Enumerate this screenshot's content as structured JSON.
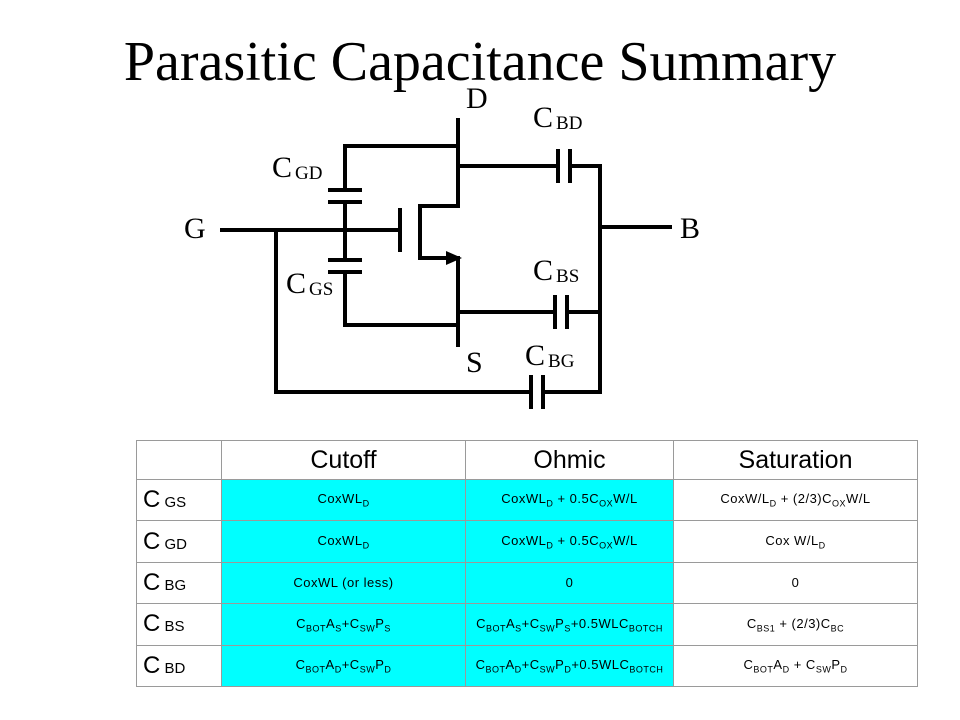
{
  "title": "Parasitic Capacitance Summary",
  "circuit": {
    "drain": "D",
    "gate": "G",
    "bulk": "B",
    "source": "S",
    "c_bd": {
      "main": "C",
      "sub": "BD"
    },
    "c_gd": {
      "main": "C",
      "sub": "GD"
    },
    "c_bs": {
      "main": "C",
      "sub": "BS"
    },
    "c_gs": {
      "main": "C",
      "sub": "GS"
    },
    "c_bg": {
      "main": "C",
      "sub": "BG"
    }
  },
  "table": {
    "headers": [
      "",
      "Cutoff",
      "Ohmic",
      "Saturation"
    ],
    "rows": [
      {
        "main": "C",
        "sub": "GS",
        "cutoff": "CoxWL<sub>D</sub>",
        "ohmic": "CoxWL<sub>D</sub> + 0.5C<sub>OX</sub>W/L",
        "saturation": "CoxW/L<sub>D</sub> + (2/3)C<sub>OX</sub>W/L"
      },
      {
        "main": "C",
        "sub": "GD",
        "cutoff": "CoxWL<sub>D</sub>",
        "ohmic": "CoxWL<sub>D</sub> + 0.5C<sub>OX</sub>W/L",
        "saturation": "Cox W/L<sub>D</sub>"
      },
      {
        "main": "C",
        "sub": "BG",
        "cutoff": "CoxWL (or less)",
        "ohmic": "0",
        "saturation": "0"
      },
      {
        "main": "C",
        "sub": "BS",
        "cutoff": "C<sub>BOT</sub>A<sub>S</sub>+C<sub>SW</sub>P<sub>S</sub>",
        "ohmic": "C<sub>BOT</sub>A<sub>S</sub>+C<sub>SW</sub>P<sub>S</sub>+0.5WLC<sub>BOTCH</sub>",
        "saturation": "C<sub>BS1</sub> + (2/3)C<sub>BC</sub>"
      },
      {
        "main": "C",
        "sub": "BD",
        "cutoff": "C<sub>BOT</sub>A<sub>D</sub>+C<sub>SW</sub>P<sub>D</sub>",
        "ohmic": "C<sub>BOT</sub>A<sub>D</sub>+C<sub>SW</sub>P<sub>D</sub>+0.5WLC<sub>BOTCH</sub>",
        "saturation": "C<sub>BOT</sub>A<sub>D</sub> + C<sub>SW</sub>P<sub>D</sub>"
      }
    ]
  },
  "colors": {
    "highlight": "#00ffff",
    "wire": "#000000",
    "grid": "#9a9a9a"
  }
}
